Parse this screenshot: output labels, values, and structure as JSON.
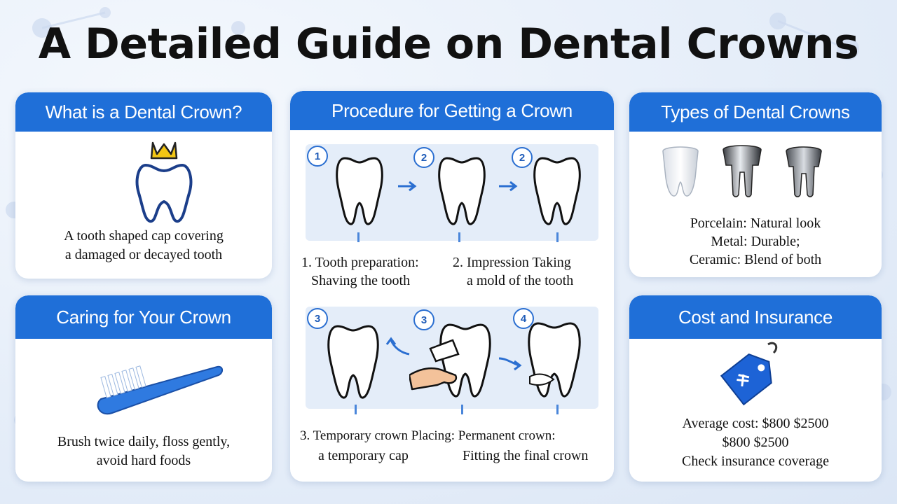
{
  "title": "A Detailed Guide on Dental Crowns",
  "what_is": {
    "heading": "What is a Dental Crown?",
    "line1": "A tooth shaped cap covering",
    "line2": "a damaged or decayed tooth"
  },
  "procedure": {
    "heading": "Procedure for Getting a Crown",
    "badges": [
      "1",
      "2",
      "2",
      "3",
      "3",
      "4"
    ],
    "step1_line1": "1. Tooth preparation:",
    "step1_line2": "Shaving the tooth",
    "step2_line1": "2. Impression Taking",
    "step2_line2": "a mold of the tooth",
    "step3_line1": "3. Temporary crown Placing: Permanent crown:",
    "step3_line2a": "a temporary cap",
    "step3_line2b": "Fitting the final crown"
  },
  "types": {
    "heading": "Types of Dental Crowns",
    "line1": "Porcelain: Natural look",
    "line2": "Metal: Durable;",
    "line3": "Ceramic: Blend of both"
  },
  "caring": {
    "heading": "Caring for Your Crown",
    "line1": "Brush twice daily, floss gently,",
    "line2": "avoid hard foods"
  },
  "cost": {
    "heading": "Cost and Insurance",
    "line1": "Average cost: $800 $2500",
    "line2": "$800 $2500",
    "line3": "Check insurance coverage"
  },
  "colors": {
    "header_blue": "#1f6fd8",
    "crown_gold": "#f2c614",
    "tag_blue": "#1d63d6"
  }
}
